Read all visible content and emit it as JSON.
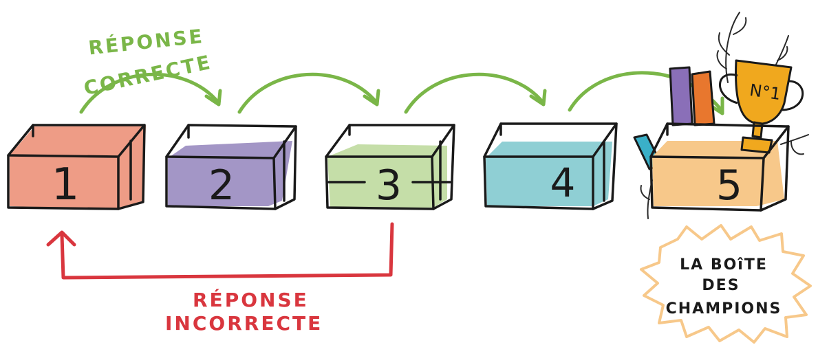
{
  "labels": {
    "correct_line1": "RÉPONSE",
    "correct_line2": "CORRECTE",
    "incorrect_line1": "RÉPONSE",
    "incorrect_line2": "INCORRECTE",
    "champions_line1": "LA BOîTE",
    "champions_line2": "DES",
    "champions_line3": "CHAMPIONS",
    "trophy_text": "N°1"
  },
  "boxes": [
    {
      "number": "1",
      "color": "#ee9c86"
    },
    {
      "number": "2",
      "color": "#a396c6"
    },
    {
      "number": "3",
      "color": "#c5dea8"
    },
    {
      "number": "4",
      "color": "#8fcfd4"
    },
    {
      "number": "5",
      "color": "#f7c88a"
    }
  ],
  "colors": {
    "correct_arrow": "#7ab648",
    "incorrect_arrow": "#d9363e",
    "outline": "#1a1a1a",
    "trophy": "#f0a81e",
    "starburst": "#f7c88a"
  }
}
